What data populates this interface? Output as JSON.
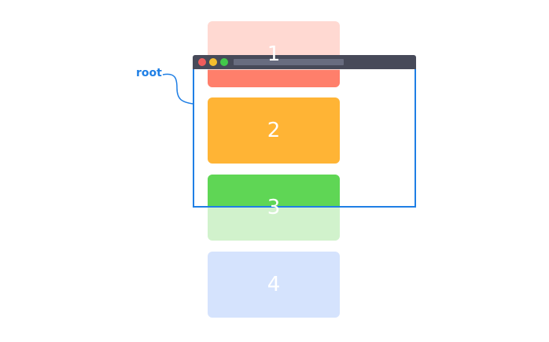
{
  "label": {
    "text": "root",
    "color": "#1f7fe5"
  },
  "browser": {
    "titlebar_color": "#474a59",
    "dots": [
      "#f05c5c",
      "#f5be2e",
      "#42c84a"
    ]
  },
  "boxes": [
    {
      "label": "1",
      "color": "#ff7f6b",
      "faded_color": "#ffd9d2"
    },
    {
      "label": "2",
      "color": "#ffb435"
    },
    {
      "label": "3",
      "color": "#5fd655",
      "faded_color": "#d1f2cc"
    },
    {
      "label": "4",
      "faded_color": "#d5e3fd"
    }
  ]
}
